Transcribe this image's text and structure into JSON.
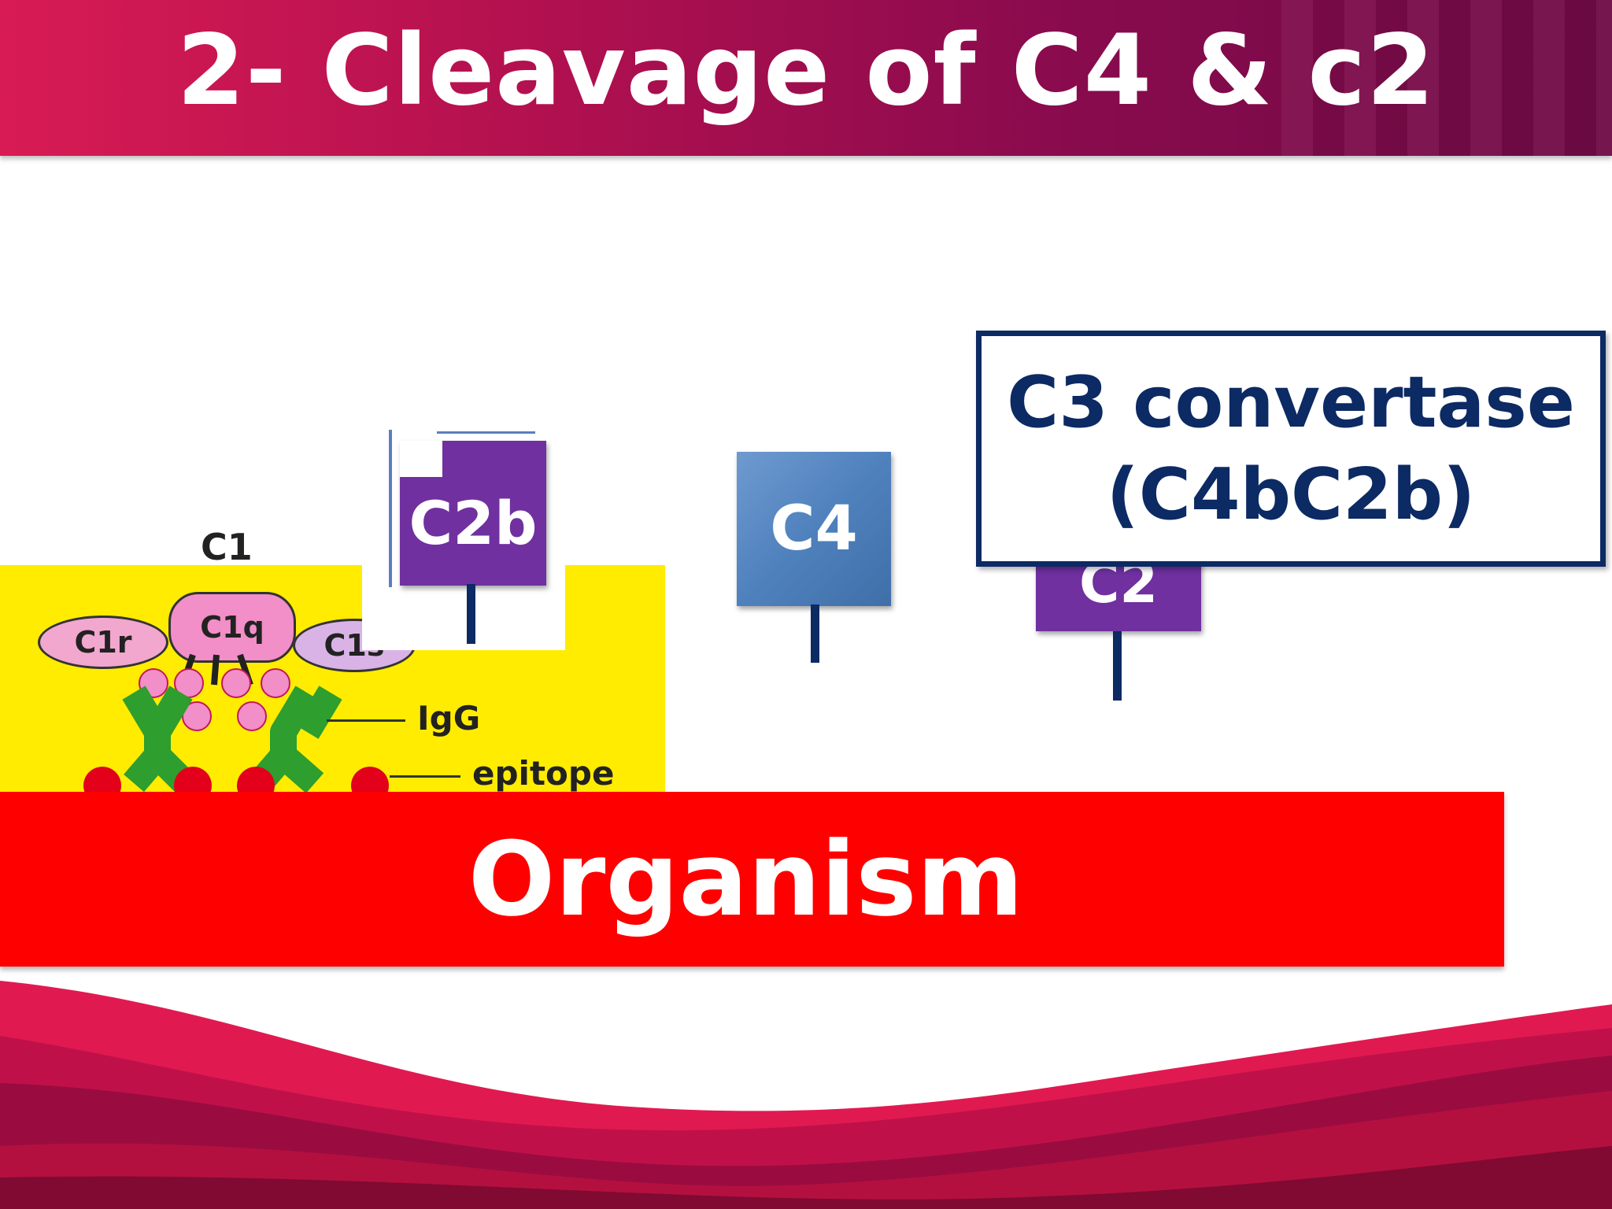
{
  "slide": {
    "title": "2- Cleavage of C4 & c2"
  },
  "c1_figure": {
    "complex_label": "C1",
    "subunits": [
      "C1r",
      "C1q",
      "C1s"
    ],
    "igg_label": "IgG",
    "epitope_label": "epitope",
    "panel_color": "#ffec00"
  },
  "flags": {
    "c2b_label": "C2b",
    "c4_label": "C4",
    "hidden_label": "C2"
  },
  "callout": {
    "line1": "C3 convertase",
    "line2": "(C4bC2b)"
  },
  "target": {
    "label": "Organism",
    "color": "#ff0000"
  },
  "colors": {
    "banner": "#b0104f",
    "flag_purple": "#7030a0",
    "flag_blue": "#4f81bd",
    "navy": "#0c2a63"
  }
}
